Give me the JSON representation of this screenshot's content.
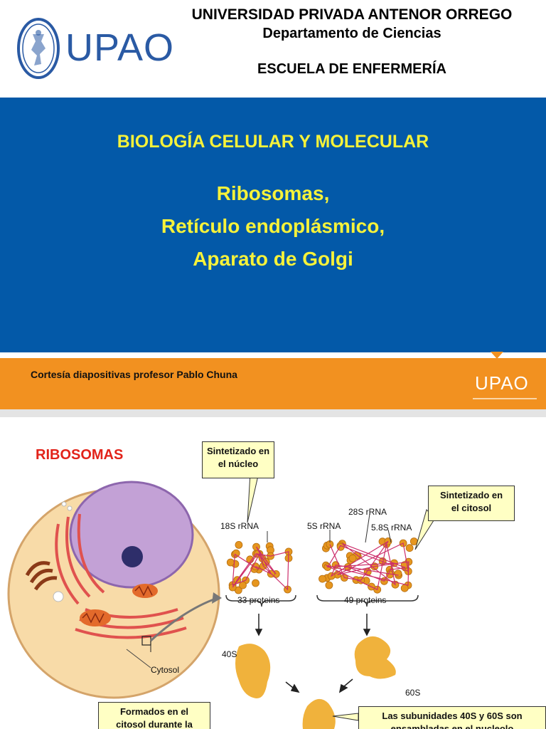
{
  "slide1": {
    "logo": {
      "text": "UPAO"
    },
    "header": {
      "university": "UNIVERSIDAD PRIVADA ANTENOR ORREGO",
      "department": "Departamento de Ciencias",
      "school": "ESCUELA DE ENFERMERÍA"
    },
    "course": "BIOLOGÍA CELULAR Y MOLECULAR",
    "topics": [
      "Ribosomas,",
      "Retículo endoplásmico,",
      "Aparato de Golgi"
    ],
    "footer": {
      "credit": "Cortesía diapositivas profesor Pablo Chuna",
      "logo_text": "UPAO"
    },
    "colors": {
      "blue": "#0359a8",
      "yellow": "#f6f23a",
      "orange": "#f29120",
      "logo_blue": "#2a5aa4"
    }
  },
  "slide2": {
    "title": "RIBOSOMAS",
    "callouts": {
      "nucleus": [
        "Sintetizado en",
        "el núcleo"
      ],
      "cytosol": [
        "Sintetizado en",
        "el citosol"
      ],
      "formed": [
        "Formados en el",
        "citosol durante la"
      ],
      "assembled": [
        "Las subunidades 40S y 60S son",
        "ensambladas en el nucleolo"
      ]
    },
    "labels": {
      "rrna_18s": "18S rRNA",
      "rrna_28s": "28S rRNA",
      "rrna_5s": "5S rRNA",
      "rrna_58s": "5.8S rRNA",
      "proteins_33": "33 proteins",
      "proteins_49": "49 proteins",
      "s40": "40S",
      "s60": "60S",
      "cytosol": "Cytosol"
    },
    "colors": {
      "title_red": "#e2231a",
      "callout_fill": "#ffffc4",
      "protein": "#e6961f",
      "rna": "#cc2e6b",
      "subunit": "#f0b23c"
    }
  }
}
